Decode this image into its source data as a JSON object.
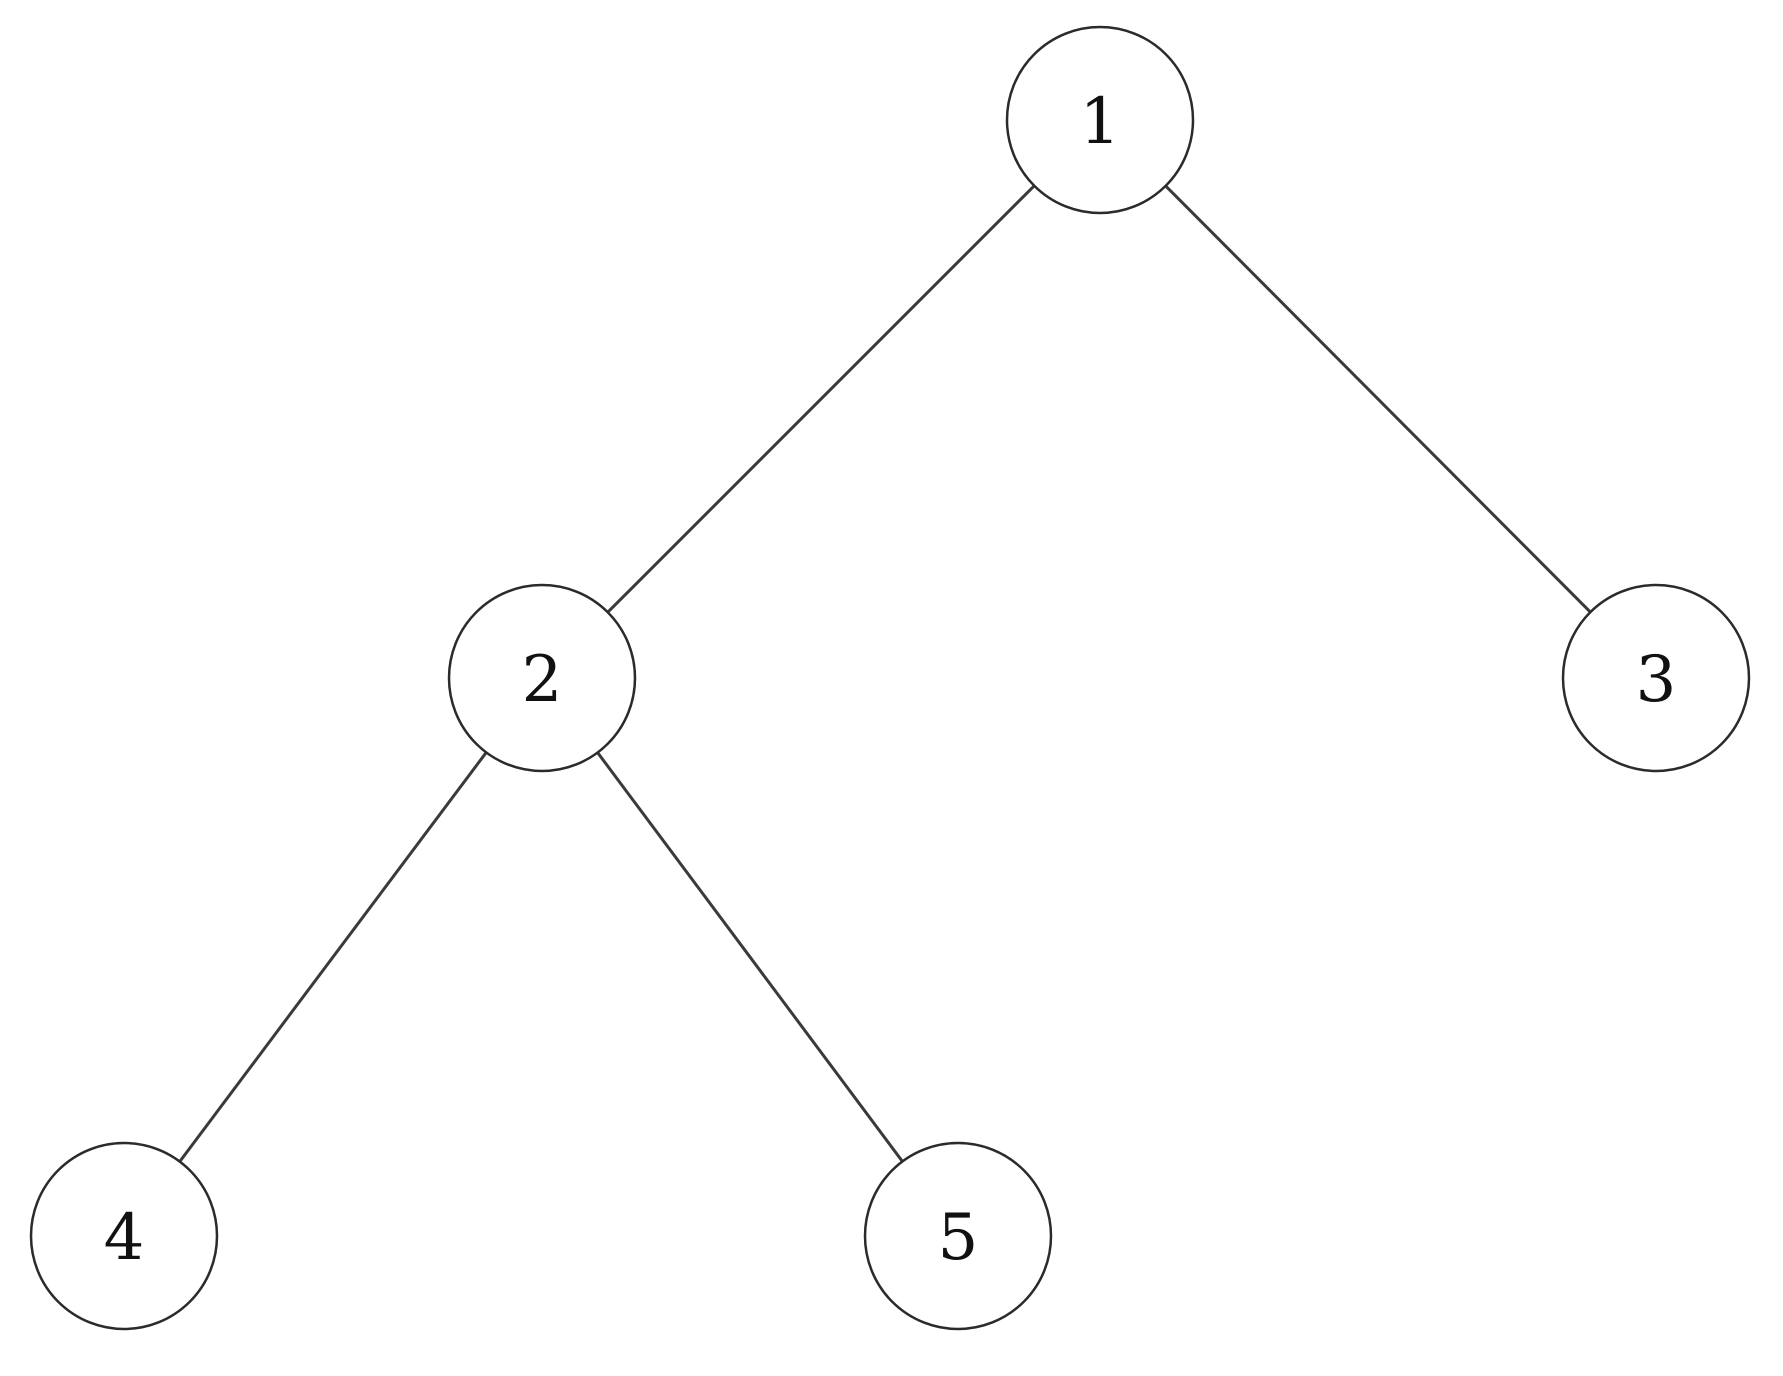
{
  "tree": {
    "nodes": [
      {
        "id": "n1",
        "label": "1"
      },
      {
        "id": "n2",
        "label": "2"
      },
      {
        "id": "n3",
        "label": "3"
      },
      {
        "id": "n4",
        "label": "4"
      },
      {
        "id": "n5",
        "label": "5"
      }
    ],
    "edges": [
      {
        "from": "n1",
        "to": "n2"
      },
      {
        "from": "n1",
        "to": "n3"
      },
      {
        "from": "n2",
        "to": "n4"
      },
      {
        "from": "n2",
        "to": "n5"
      }
    ]
  },
  "colors": {
    "edge": "#3a3a3a",
    "node_stroke": "#2b2b2b",
    "label": "#111111",
    "background": "#ffffff"
  }
}
